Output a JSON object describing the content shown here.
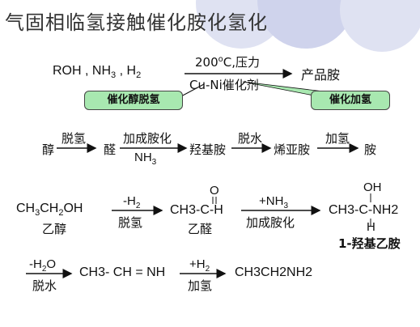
{
  "title": "气固相临氢接触催化胺化氢化",
  "overall": {
    "reactants": [
      "ROH",
      ",",
      "NH",
      "3",
      ",",
      "H",
      "2"
    ],
    "above_arrow": "200",
    "degree": "o",
    "above_arrow_rest": "C,压力",
    "below_arrow": "Cu-Ni催化剂",
    "product": "产品胺"
  },
  "callouts": {
    "left": "催化醇脱氢",
    "right": "催化加氢"
  },
  "sequence": {
    "alcohol": "醇",
    "step1_label": "脱氢",
    "aldehyde": "醛",
    "step2_label": "加成胺化",
    "step2_sub": "NH",
    "step2_sub_index": "3",
    "hydroxyamine": "羟基胺",
    "step3_label": "脱水",
    "imine": "烯亚胺",
    "step4_label": "加氢",
    "amine": "胺"
  },
  "ethanol": {
    "formula_parts": [
      "CH",
      "3",
      "CH",
      "2",
      "OH"
    ],
    "name": "乙醇",
    "arrow1_top": "-H",
    "arrow1_top_sub": "2",
    "arrow1_bottom": "脱氢",
    "acetaldehyde_formula": "CH3-C-H",
    "acetaldehyde_o": "O",
    "acetaldehyde_name": "乙醛",
    "arrow2_top": "+NH",
    "arrow2_top_sub": "3",
    "arrow2_bottom": "加成胺化",
    "hydroxy_top": "OH",
    "hydroxy_formula": "CH3-C-NH2",
    "hydroxy_bottom": "H",
    "hydroxy_name": "1-羟基乙胺"
  },
  "final_row": {
    "arrow1_top": "-H",
    "arrow1_top_sub": "2",
    "arrow1_top_end": "O",
    "arrow1_bottom": "脱水",
    "imine_formula": "CH3- CH = NH",
    "arrow2_top": "+H",
    "arrow2_top_sub": "2",
    "arrow2_bottom": "加氢",
    "product": "CH3CH2NH2"
  },
  "colors": {
    "deco_circle": "#cfd3ec",
    "callout_fill": "#a8e8b0"
  }
}
